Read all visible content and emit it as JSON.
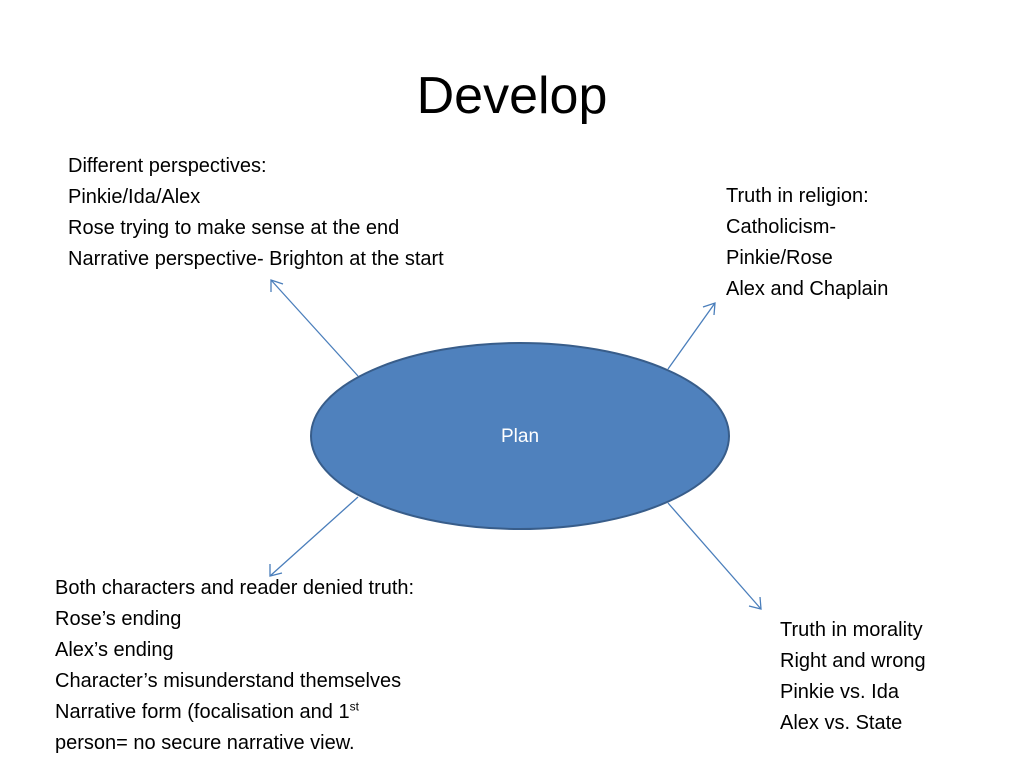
{
  "title": "Develop",
  "center_node": {
    "label": "Plan",
    "fill_color": "#4f81bd",
    "border_color": "#385d8a"
  },
  "connector_color": "#4a7ebb",
  "nodes": {
    "perspectives": {
      "lines": [
        "Different perspectives:",
        "Pinkie/Ida/Alex",
        "Rose trying to make sense at the end",
        "Narrative perspective- Brighton at the start"
      ]
    },
    "religion": {
      "lines": [
        "Truth in religion:",
        "Catholicism-",
        "Pinkie/Rose",
        "Alex and Chaplain"
      ]
    },
    "denied_truth": {
      "lines": [
        "Both characters and reader denied truth:",
        "Rose’s ending",
        "Alex’s ending",
        "Character’s misunderstand themselves"
      ],
      "form_line_prefix": "Narrative form (focalisation and 1",
      "form_line_superscript": "st",
      "last_line": "person= no secure narrative view."
    },
    "morality": {
      "lines": [
        "Truth in morality",
        "Right and wrong",
        "Pinkie vs. Ida",
        "Alex vs. State"
      ]
    }
  }
}
